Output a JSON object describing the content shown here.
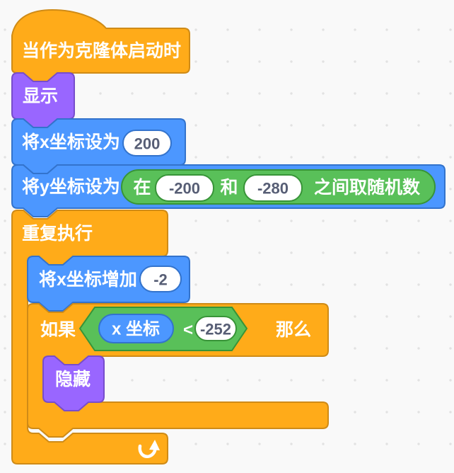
{
  "workspace": {
    "background_color": "#F9F9F9",
    "grid_dot_color": "#E2E2E2"
  },
  "palette": {
    "motion_fill": "#4C97FF",
    "motion_border": "#3373CC",
    "looks_fill": "#9966FF",
    "looks_border": "#774DCB",
    "control_fill": "#FFAB19",
    "control_border": "#CF8B17",
    "operators_fill": "#59C059",
    "operators_border": "#389438",
    "input_fill": "#FFFFFF",
    "input_text_color": "#575E75",
    "label_text_color": "#FFFFFF"
  },
  "blocks": {
    "start_as_clone": {
      "label": "当作为克隆体启动时"
    },
    "show": {
      "label": "显示"
    },
    "set_x": {
      "label": "将x坐标设为",
      "value": "200"
    },
    "set_y": {
      "label": "将y坐标设为",
      "random": {
        "prefix": "在",
        "from": "-200",
        "and": "和",
        "to": "-280",
        "suffix": "之间取随机数"
      }
    },
    "forever": {
      "label": "重复执行"
    },
    "change_x": {
      "label": "将x坐标增加",
      "value": "-2"
    },
    "if_then": {
      "if_label": "如果",
      "then_label": "那么",
      "condition": {
        "reporter": "x 坐标",
        "operator": "<",
        "value": "-252"
      }
    },
    "hide": {
      "label": "隐藏"
    }
  }
}
